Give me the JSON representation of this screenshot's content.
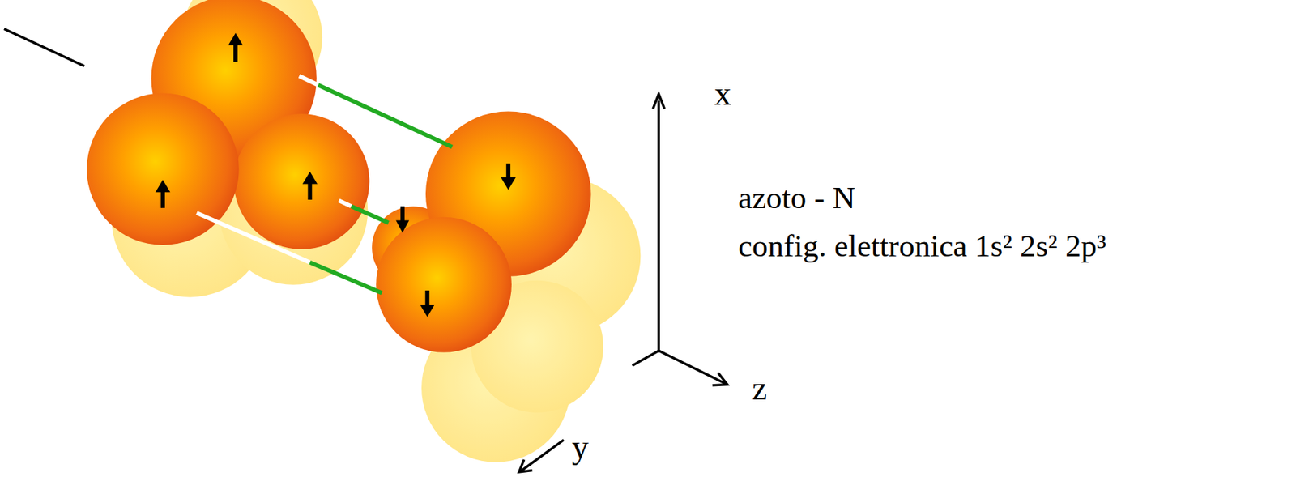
{
  "diagram": {
    "labels": [
      "x",
      "z",
      "y",
      "azoto - N",
      "config. elettronica 1s² 2s² 2p³"
    ]
  }
}
